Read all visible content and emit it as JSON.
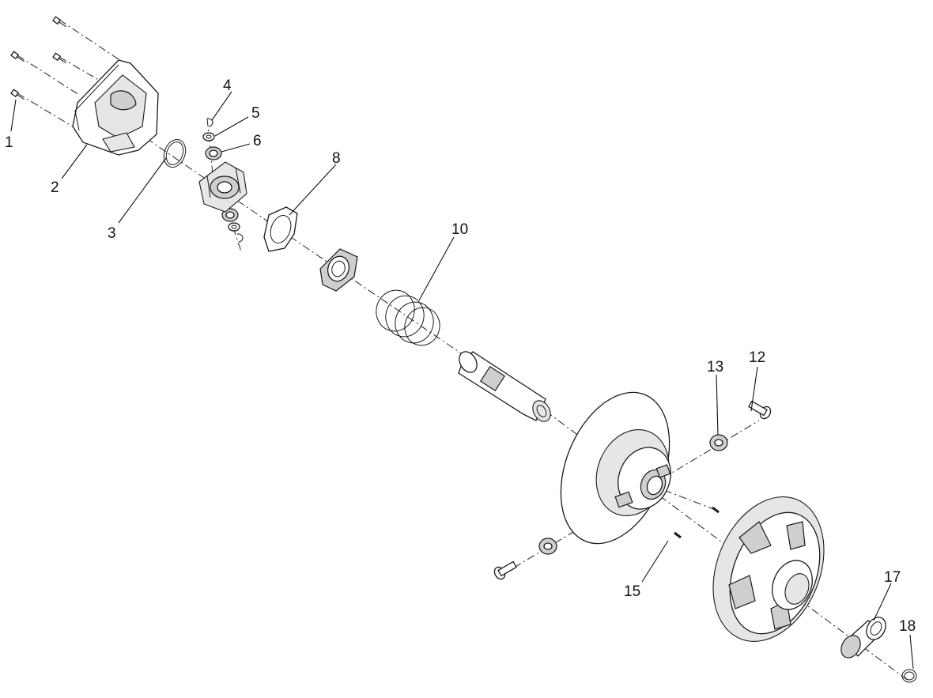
{
  "callouts": [
    "1",
    "2",
    "3",
    "4",
    "5",
    "6",
    "8",
    "10",
    "12",
    "13",
    "15",
    "17",
    "18"
  ]
}
